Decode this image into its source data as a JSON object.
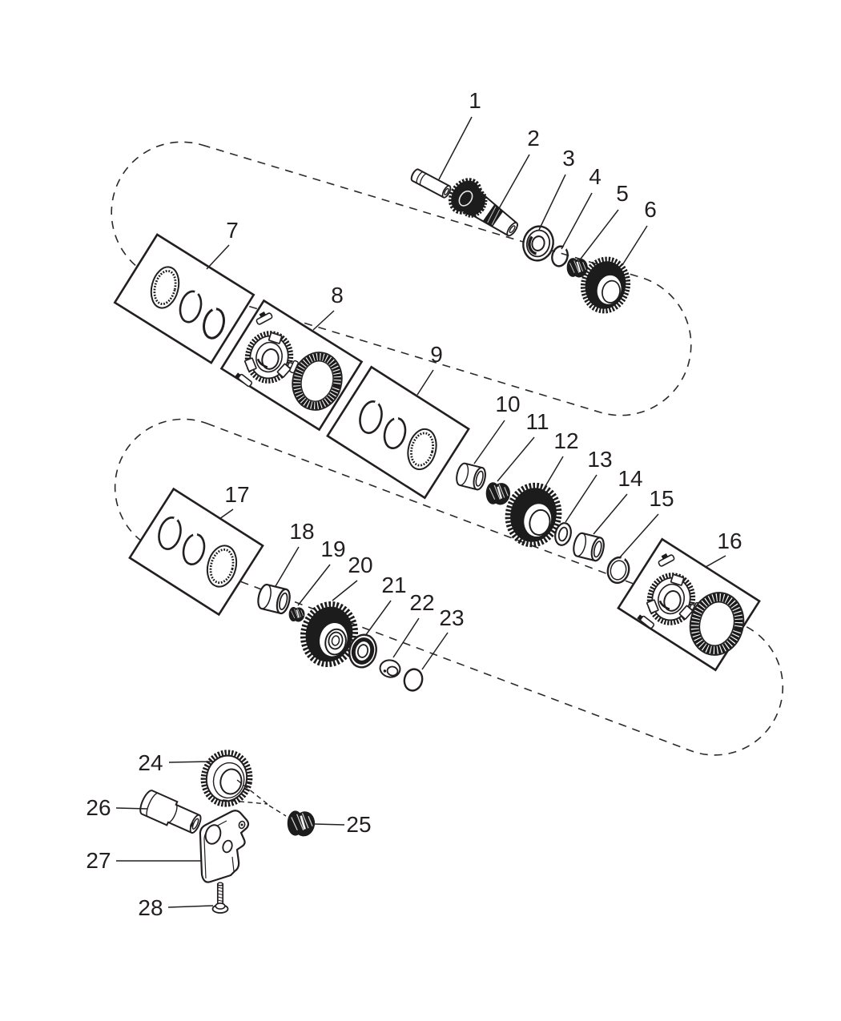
{
  "figure": {
    "kind": "exploded-parts-diagram",
    "subject": "transmission-gear-train",
    "colors": {
      "line": "#231f20",
      "dark_fill": "#1c1c1c",
      "background": "#ffffff"
    },
    "callouts": [
      {
        "num": "1",
        "part": "dowel-pin"
      },
      {
        "num": "2",
        "part": "input-shaft-gear"
      },
      {
        "num": "3",
        "part": "ball-bearing"
      },
      {
        "num": "4",
        "part": "snap-ring"
      },
      {
        "num": "5",
        "part": "needle-bearing"
      },
      {
        "num": "6",
        "part": "gear"
      },
      {
        "num": "7",
        "part": "snap-ring-kit-box"
      },
      {
        "num": "8",
        "part": "synchronizer-assembly-box"
      },
      {
        "num": "9",
        "part": "snap-ring-kit-box"
      },
      {
        "num": "10",
        "part": "bushing"
      },
      {
        "num": "11",
        "part": "needle-bearing"
      },
      {
        "num": "12",
        "part": "gear"
      },
      {
        "num": "13",
        "part": "thrust-washer"
      },
      {
        "num": "14",
        "part": "bushing"
      },
      {
        "num": "15",
        "part": "ring"
      },
      {
        "num": "16",
        "part": "synchronizer-assembly-box"
      },
      {
        "num": "17",
        "part": "snap-ring-kit-box"
      },
      {
        "num": "18",
        "part": "bushing"
      },
      {
        "num": "19",
        "part": "needle-bearing"
      },
      {
        "num": "20",
        "part": "gear"
      },
      {
        "num": "21",
        "part": "bearing"
      },
      {
        "num": "22",
        "part": "retainer-cap"
      },
      {
        "num": "23",
        "part": "o-ring"
      },
      {
        "num": "24",
        "part": "gear"
      },
      {
        "num": "25",
        "part": "needle-bearing"
      },
      {
        "num": "26",
        "part": "damper-sleeve"
      },
      {
        "num": "27",
        "part": "bracket"
      },
      {
        "num": "28",
        "part": "bolt"
      }
    ]
  }
}
